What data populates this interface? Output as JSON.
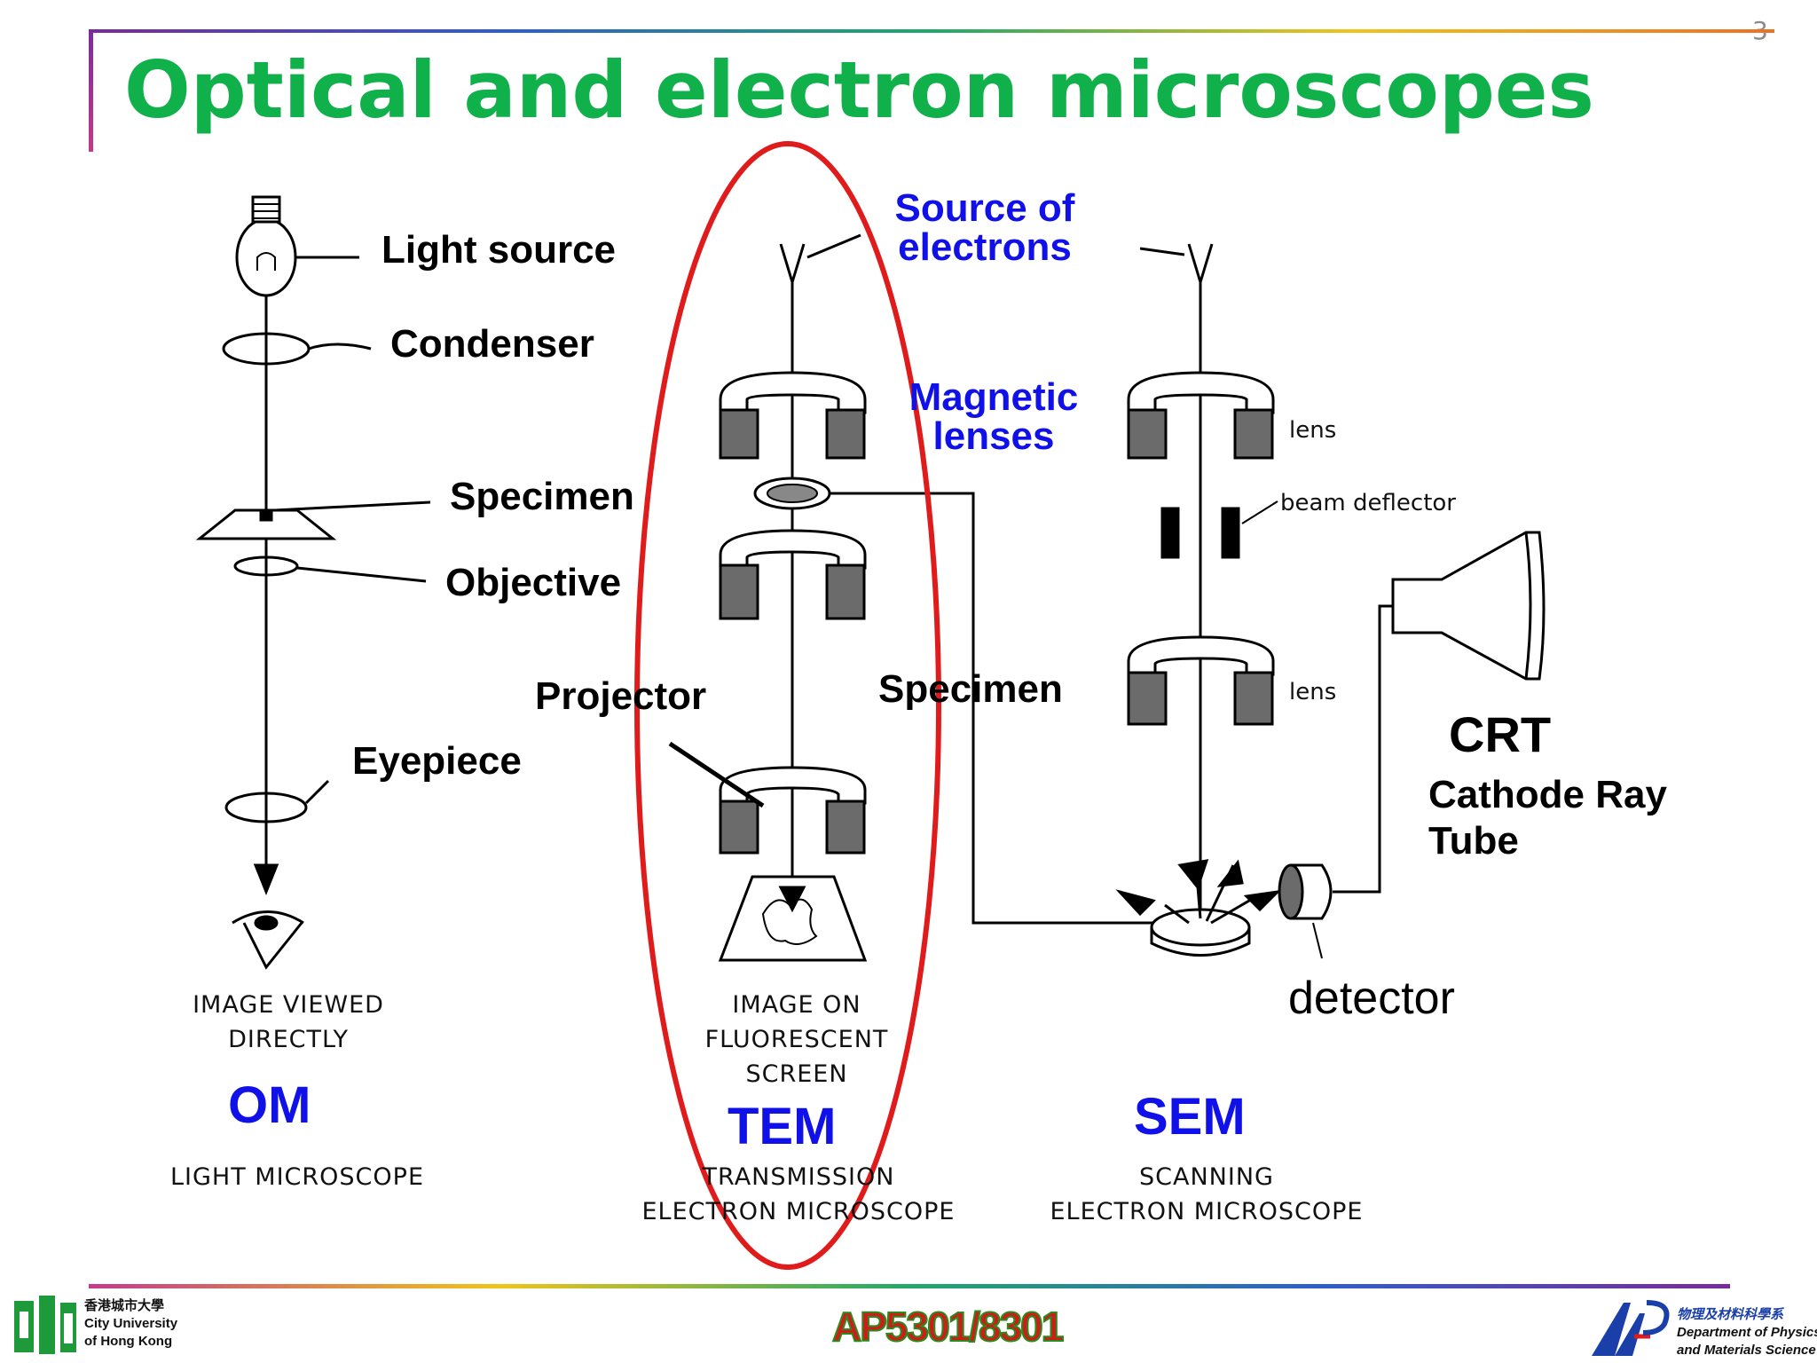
{
  "slide": {
    "number": "3",
    "title": "Optical and electron microscopes"
  },
  "om": {
    "labels": {
      "light_source": "Light source",
      "condenser": "Condenser",
      "specimen": "Specimen",
      "objective": "Objective",
      "eyepiece": "Eyepiece"
    },
    "caption": [
      "IMAGE VIEWED",
      "DIRECTLY"
    ],
    "acronym": "OM",
    "full_name": "LIGHT MICROSCOPE"
  },
  "tem": {
    "labels": {
      "source": [
        "Source of",
        "electrons"
      ],
      "magnetic_lenses": [
        "Magnetic",
        "lenses"
      ],
      "projector": "Projector",
      "specimen": "Specimen"
    },
    "caption": [
      "IMAGE ON",
      "FLUORESCENT",
      "SCREEN"
    ],
    "acronym": "TEM",
    "full_name": [
      "TRANSMISSION",
      "ELECTRON MICROSCOPE"
    ]
  },
  "sem": {
    "labels": {
      "lens_upper": "lens",
      "beam_deflector": "beam deflector",
      "lens_lower": "lens",
      "detector": "detector",
      "crt": "CRT",
      "crt_full": [
        "Cathode Ray",
        "Tube"
      ]
    },
    "acronym": "SEM",
    "full_name": [
      "SCANNING",
      "ELECTRON MICROSCOPE"
    ]
  },
  "footer": {
    "course_code": "AP5301/8301",
    "university": [
      "香港城市大學",
      "City University",
      "of Hong Kong"
    ],
    "department": [
      "物理及材料科學系",
      "Department of Physics",
      "and Materials Science"
    ]
  },
  "colors": {
    "title": "#10b04a",
    "accent_blue": "#1010e8",
    "highlight_ellipse": "#e01b1b",
    "magnet_fill": "#6b6b6b"
  }
}
